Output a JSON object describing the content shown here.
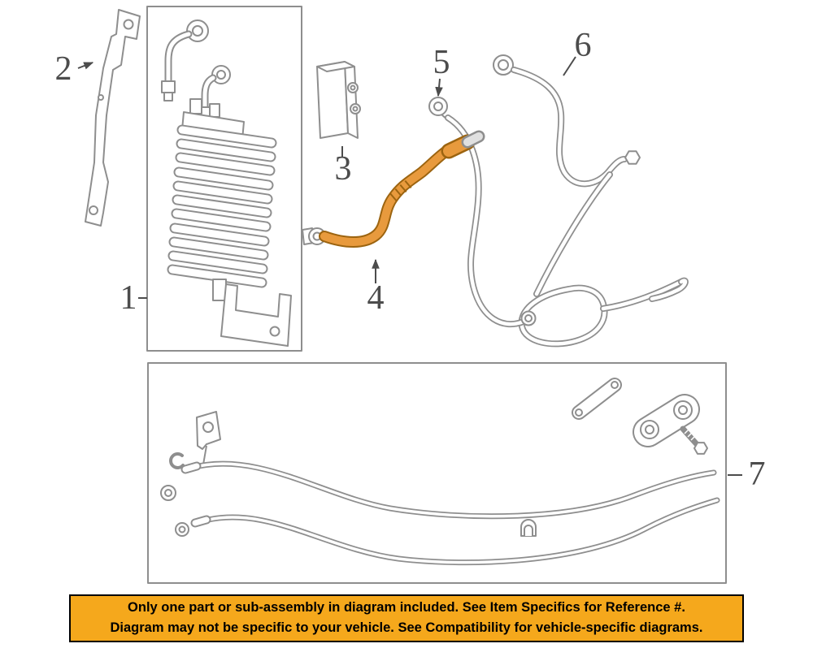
{
  "labels": [
    {
      "id": "part-1",
      "text": "1"
    },
    {
      "id": "part-2",
      "text": "2"
    },
    {
      "id": "part-3",
      "text": "3"
    },
    {
      "id": "part-4",
      "text": "4"
    },
    {
      "id": "part-5",
      "text": "5"
    },
    {
      "id": "part-6",
      "text": "6"
    },
    {
      "id": "part-7",
      "text": "7"
    }
  ],
  "banner": {
    "line1": "Only one part or sub-assembly in diagram included. See Item Specifics for Reference #.",
    "line2": "Diagram may not be specific to your vehicle. See Compatibility for vehicle-specific diagrams."
  },
  "colors": {
    "line_art": "#8e8e8e",
    "label_text": "#4c4c4c",
    "highlight_fill": "#e89a3d",
    "highlight_outline": "#9c6410",
    "banner_background": "#f5a81c",
    "banner_border": "#000000",
    "banner_text": "#000000"
  }
}
